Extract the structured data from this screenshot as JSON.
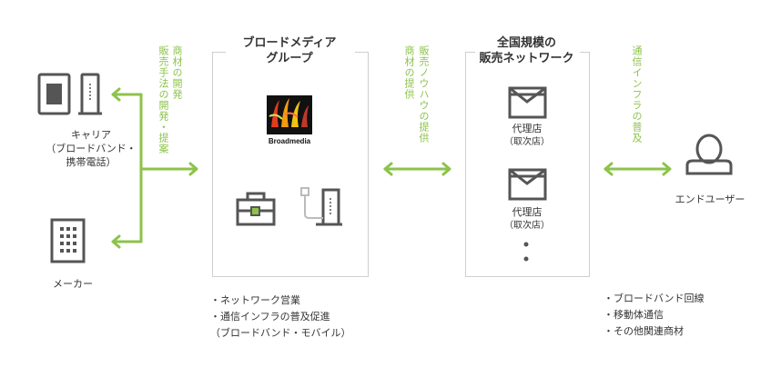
{
  "left": {
    "carrier_label": "キャリア",
    "carrier_sub": "（ブロードバンド・",
    "carrier_sub2": "携帯電話）",
    "maker_label": "メーカー"
  },
  "arrows_text": {
    "left_col1": "商材の開発",
    "left_col2": "販売手法の開発・提案",
    "mid_col1": "販売ノウハウの提供",
    "mid_col2": "商材の提供",
    "right_col": "通信インフラの普及"
  },
  "group": {
    "title_line1": "ブロードメディア",
    "title_line2": "グループ",
    "logo_text": "Broadmedia",
    "list": [
      "・ネットワーク営業",
      "・通信インフラの普及促進",
      "（ブロードバンド・モバイル）"
    ]
  },
  "network": {
    "title_line1": "全国規模の",
    "title_line2": "販売ネットワーク",
    "agency1": "代理店",
    "agency1_sub": "（取次店）",
    "agency2": "代理店",
    "agency2_sub": "（取次店）"
  },
  "end_user": {
    "label": "エンドユーザー",
    "list": [
      "・ブロードバンド回線",
      "・移動体通信",
      "・その他関連商材"
    ]
  },
  "colors": {
    "accent": "#8cc34a",
    "icon": "#555555",
    "box_border": "#cfcfcf"
  }
}
